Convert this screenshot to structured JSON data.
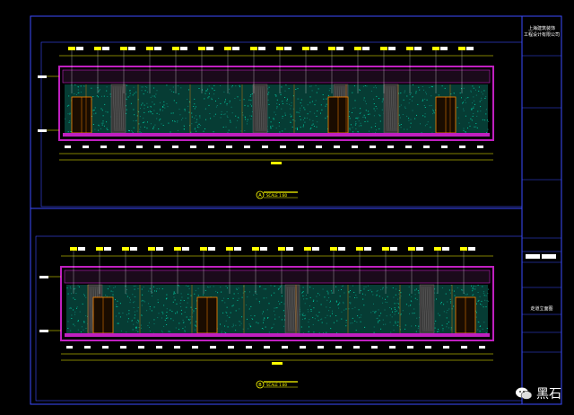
{
  "title_block": {
    "company": "上海建筑装饰工程设计有限公司",
    "drawing_name": "走道立面图",
    "company_line1": "上海建筑装饰",
    "company_line2": "工程设计有限公司"
  },
  "elevations": [
    {
      "scale_label": "SCALE 1:80"
    },
    {
      "scale_label": "SCALE 1:80"
    }
  ],
  "watermark": {
    "text": "黑石"
  },
  "colors": {
    "background": "#000000",
    "frame": "#3b4cff",
    "magenta": "#c020c0",
    "yellow": "#ffff00",
    "cyan_fill": "#00c8a0",
    "orange": "#ff8800",
    "white": "#ffffff"
  }
}
